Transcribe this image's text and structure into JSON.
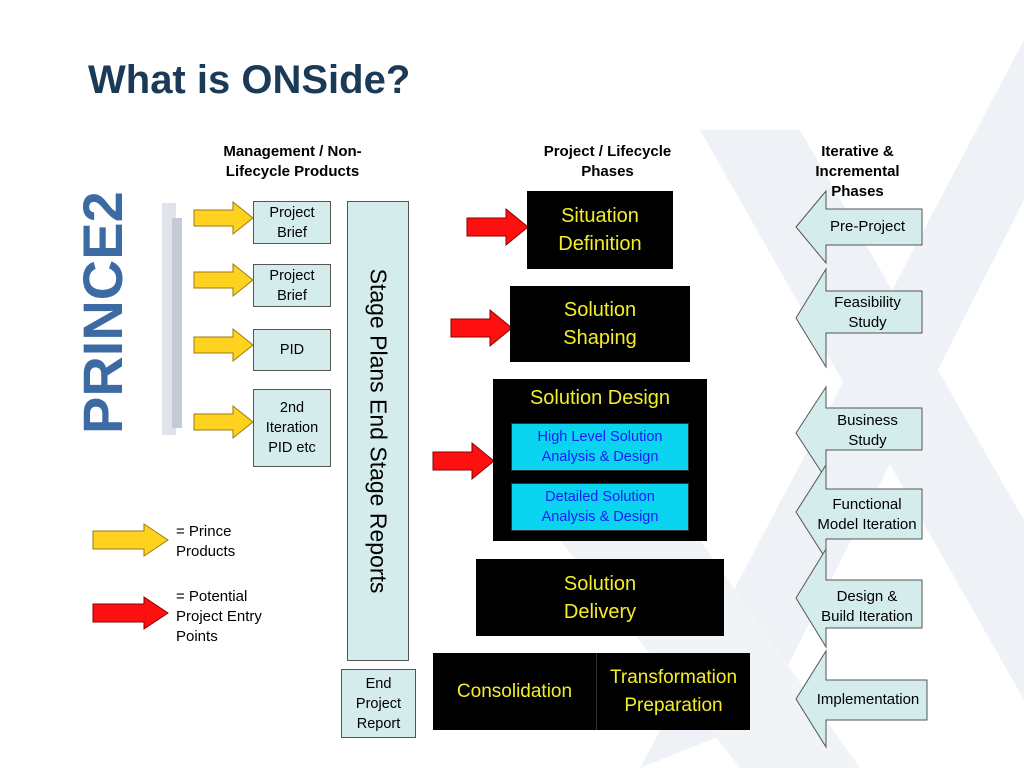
{
  "title": "What is ONSide?",
  "column_headers": {
    "management": "Management / Non-\nLifecycle Products",
    "lifecycle": "Project / Lifecycle\nPhases",
    "iterative": "Iterative &\nIncremental\nPhases"
  },
  "logo": {
    "text": "PRINCE2"
  },
  "prince_products": [
    "Project\nBrief",
    "Project\nBrief",
    "PID",
    "2nd\nIteration\nPID etc"
  ],
  "stage_bar": "Stage Plans End Stage Reports",
  "end_report": "End\nProject\nReport",
  "phases": {
    "situation": "Situation\nDefinition",
    "shaping": "Solution\nShaping",
    "design": "Solution Design",
    "high_level": "High Level Solution\nAnalysis & Design",
    "detailed": "Detailed Solution\nAnalysis & Design",
    "delivery": "Solution\nDelivery",
    "consolidation": "Consolidation",
    "transformation": "Transformation\nPreparation"
  },
  "iterative_phases": [
    "Pre-Project",
    "Feasibility\nStudy",
    "Business\nStudy",
    "Functional\nModel Iteration",
    "Design &\nBuild Iteration",
    "Implementation"
  ],
  "legend": {
    "prince": "= Prince\nProducts",
    "entry": "= Potential\nProject Entry\nPoints"
  },
  "colors": {
    "title": "#1b3a57",
    "yellow_arrow": "#ffd21f",
    "red_arrow": "#ff1010",
    "phase_bg": "#000000",
    "phase_text": "#f4ee2a",
    "pale_box": "#d4ecec",
    "cyan_box": "#0ad4f0"
  }
}
